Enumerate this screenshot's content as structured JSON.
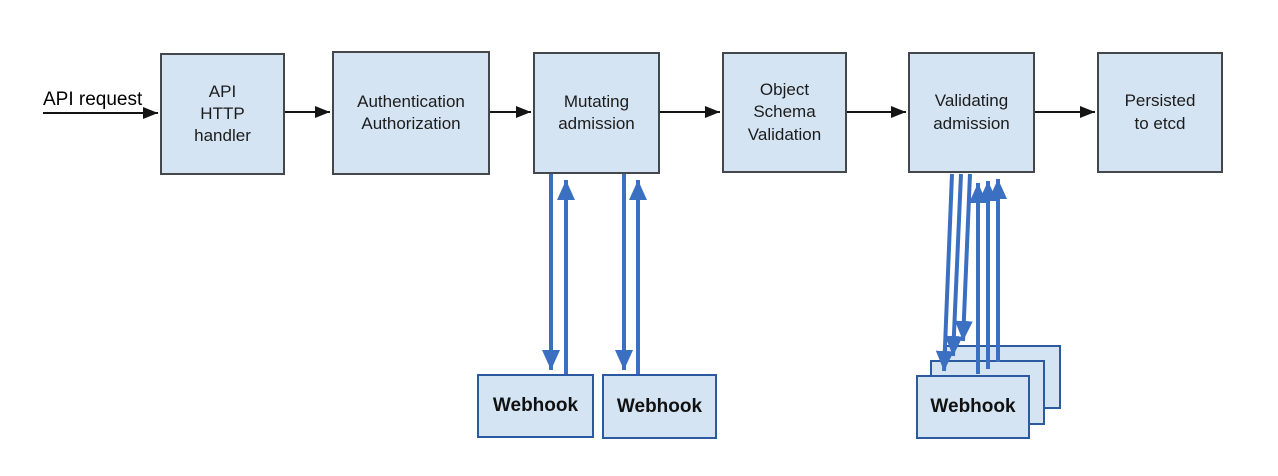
{
  "diagram": {
    "description": "API request admission flow diagram",
    "colors": {
      "box_fill": "#d4e4f3",
      "box_border": "#44484c",
      "webhook_border": "#2c5aa0",
      "arrow_blue": "#3b6fc1",
      "arrow_black": "#141414",
      "text": "#1c1c1c",
      "background": "#ffffff"
    },
    "flow_label": "API request",
    "nodes": [
      {
        "id": "api-http-handler",
        "lines": [
          "API",
          "HTTP",
          "handler"
        ]
      },
      {
        "id": "authentication-authorization",
        "lines": [
          "Authentication",
          "Authorization"
        ]
      },
      {
        "id": "mutating-admission",
        "lines": [
          "Mutating",
          "admission"
        ]
      },
      {
        "id": "object-schema-validation",
        "lines": [
          "Object",
          "Schema",
          "Validation"
        ]
      },
      {
        "id": "validating-admission",
        "lines": [
          "Validating",
          "admission"
        ]
      },
      {
        "id": "persisted-to-etcd",
        "lines": [
          "Persisted",
          "to etcd"
        ]
      }
    ],
    "webhooks": {
      "mutating": [
        {
          "label": "Webhook"
        },
        {
          "label": "Webhook"
        }
      ],
      "validating_stack": {
        "count": 3,
        "front_label": "Webhook"
      }
    }
  }
}
